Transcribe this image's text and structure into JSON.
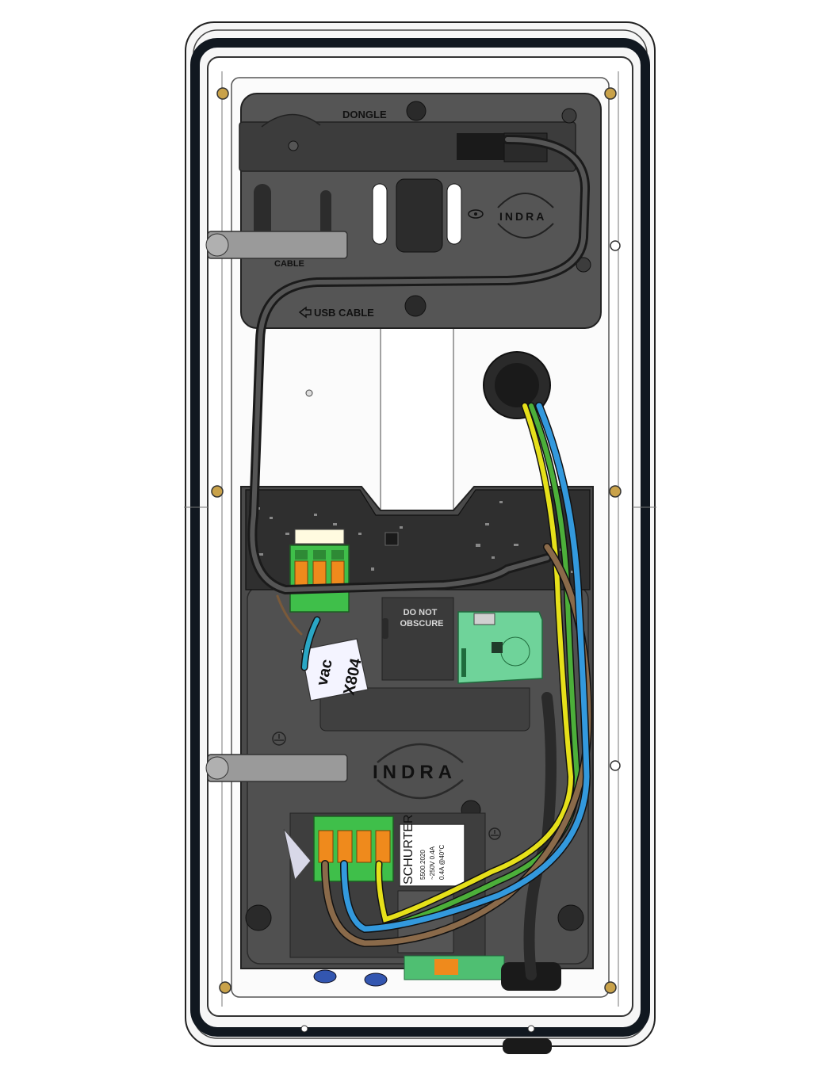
{
  "labels": {
    "dongle": "DONGLE",
    "usb_cable": "USB CABLE",
    "cable_fragment": "CABLE",
    "indra_top": "INDRA",
    "indra_main": "INDRA",
    "do_not_obscure_line1": "DO NOT",
    "do_not_obscure_line2": "OBSCURE",
    "sticker_line1": "vac",
    "sticker_line2": "X804",
    "fuse_brand": "SCHURTER",
    "fuse_line1": "5500.2020",
    "fuse_line2": "~250V 0.4A",
    "fuse_line3": "0.4A @40°C"
  },
  "colors": {
    "enclosure_gasket": "#111820",
    "backplate": "#4a4a4a",
    "top_panel": "#555555",
    "pcb": "#2f2f2f",
    "terminal_green": "#3fbf4a",
    "terminal_orange": "#ef8a1c",
    "wire_blue": "#3399dd",
    "wire_brown": "#8a6a4a",
    "wire_yellow": "#e6e01a",
    "wire_green": "#4caf3a",
    "wire_black": "#333333",
    "dongle_board": "#6fd39a"
  },
  "icons": [
    "eye-icon",
    "ground-icon",
    "arrow-left-icon",
    "screw-icon"
  ]
}
